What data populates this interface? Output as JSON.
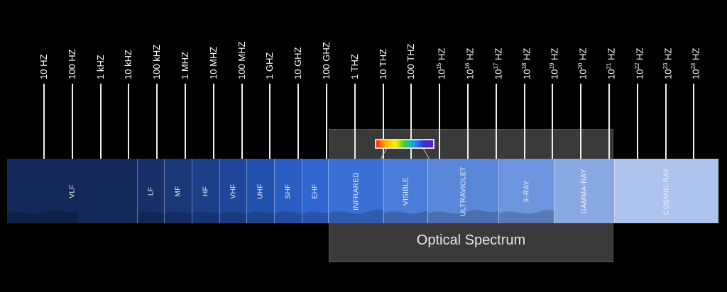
{
  "frequencies": [
    {
      "base": "10 HZ",
      "sup": ""
    },
    {
      "base": "100 HZ",
      "sup": ""
    },
    {
      "base": "1 kHZ",
      "sup": ""
    },
    {
      "base": "10 kHZ",
      "sup": ""
    },
    {
      "base": "100 kHZ",
      "sup": ""
    },
    {
      "base": "1 MHZ",
      "sup": ""
    },
    {
      "base": "10 MHZ",
      "sup": ""
    },
    {
      "base": "100 MHZ",
      "sup": ""
    },
    {
      "base": "1 GHZ",
      "sup": ""
    },
    {
      "base": "10 GHZ",
      "sup": ""
    },
    {
      "base": "100 GHZ",
      "sup": ""
    },
    {
      "base": "1 THZ",
      "sup": ""
    },
    {
      "base": "10 THZ",
      "sup": ""
    },
    {
      "base": "100 THZ",
      "sup": ""
    },
    {
      "base": "10",
      "sup": "15",
      "unit": " HZ"
    },
    {
      "base": "10",
      "sup": "16",
      "unit": " HZ"
    },
    {
      "base": "10",
      "sup": "17",
      "unit": " HZ"
    },
    {
      "base": "10",
      "sup": "18",
      "unit": " HZ"
    },
    {
      "base": "10",
      "sup": "19",
      "unit": " HZ"
    },
    {
      "base": "10",
      "sup": "20",
      "unit": " HZ"
    },
    {
      "base": "10",
      "sup": "21",
      "unit": " HZ"
    },
    {
      "base": "10",
      "sup": "22",
      "unit": " HZ"
    },
    {
      "base": "10",
      "sup": "23",
      "unit": " HZ"
    },
    {
      "base": "10",
      "sup": "24",
      "unit": " HZ"
    }
  ],
  "bands": [
    {
      "label": "VLF",
      "color": "#14295a"
    },
    {
      "label": "LF",
      "color": "#17306a"
    },
    {
      "label": "MF",
      "color": "#1a3778"
    },
    {
      "label": "HF",
      "color": "#1c3f8a"
    },
    {
      "label": "VHF",
      "color": "#1f479a"
    },
    {
      "label": "UHF",
      "color": "#2352ae"
    },
    {
      "label": "SHF",
      "color": "#2a5dc2"
    },
    {
      "label": "EHF",
      "color": "#3066d0"
    },
    {
      "label": "INFRARED",
      "color": "#3a6fd6"
    },
    {
      "label": "VISIBLE",
      "color": "#4a7cd8"
    },
    {
      "label": "ULTRAVIOLET",
      "color": "#5a87da"
    },
    {
      "label": "X-RAY",
      "color": "#6d95dd"
    },
    {
      "label": "GAMMA-RAY",
      "color": "#89a9e2"
    },
    {
      "label": "COSMIC-RAY",
      "color": "#aec4ee"
    }
  ],
  "optical": {
    "label": "Optical Spectrum"
  },
  "visible_gradient": [
    "#ff2a00",
    "#ffb300",
    "#ffee00",
    "#39d12f",
    "#1a9bff",
    "#3a2bd0",
    "#6a1fa8"
  ]
}
